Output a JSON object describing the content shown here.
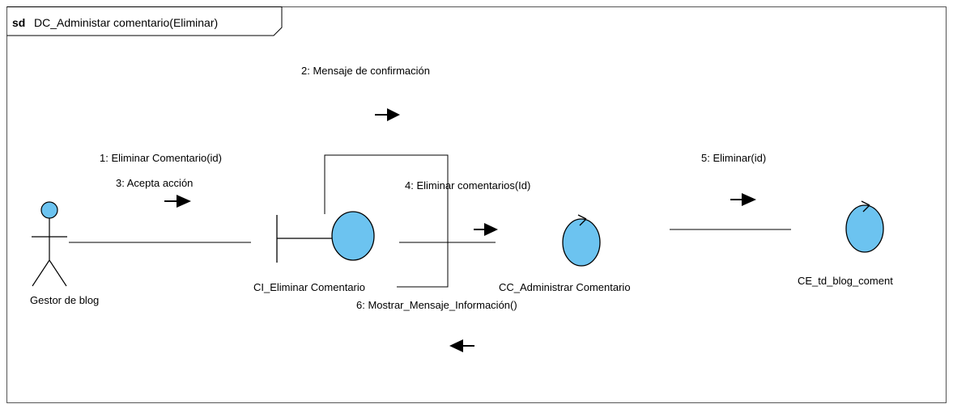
{
  "frame": {
    "keyword": "sd",
    "title": "DC_Administar comentario(Eliminar)"
  },
  "colors": {
    "object_fill": "#6CC3F0",
    "stroke": "#000000",
    "background": "#ffffff"
  },
  "actor": {
    "name": "Gestor de blog",
    "icon": "actor-icon"
  },
  "objects": [
    {
      "name": "CI_Eliminar Comentario",
      "icon": "boundary-icon"
    },
    {
      "name": "CC_Administrar Comentario",
      "icon": "control-icon"
    },
    {
      "name": "CE_td_blog_coment",
      "icon": "entity-control-icon"
    }
  ],
  "messages": [
    {
      "label": "1: Eliminar Comentario(id)"
    },
    {
      "label": "2: Mensaje de confirmación"
    },
    {
      "label": "3: Acepta acción"
    },
    {
      "label": "4: Eliminar comentarios(Id)"
    },
    {
      "label": "5: Eliminar(id)"
    },
    {
      "label": "6: Mostrar_Mensaje_Información()"
    }
  ]
}
